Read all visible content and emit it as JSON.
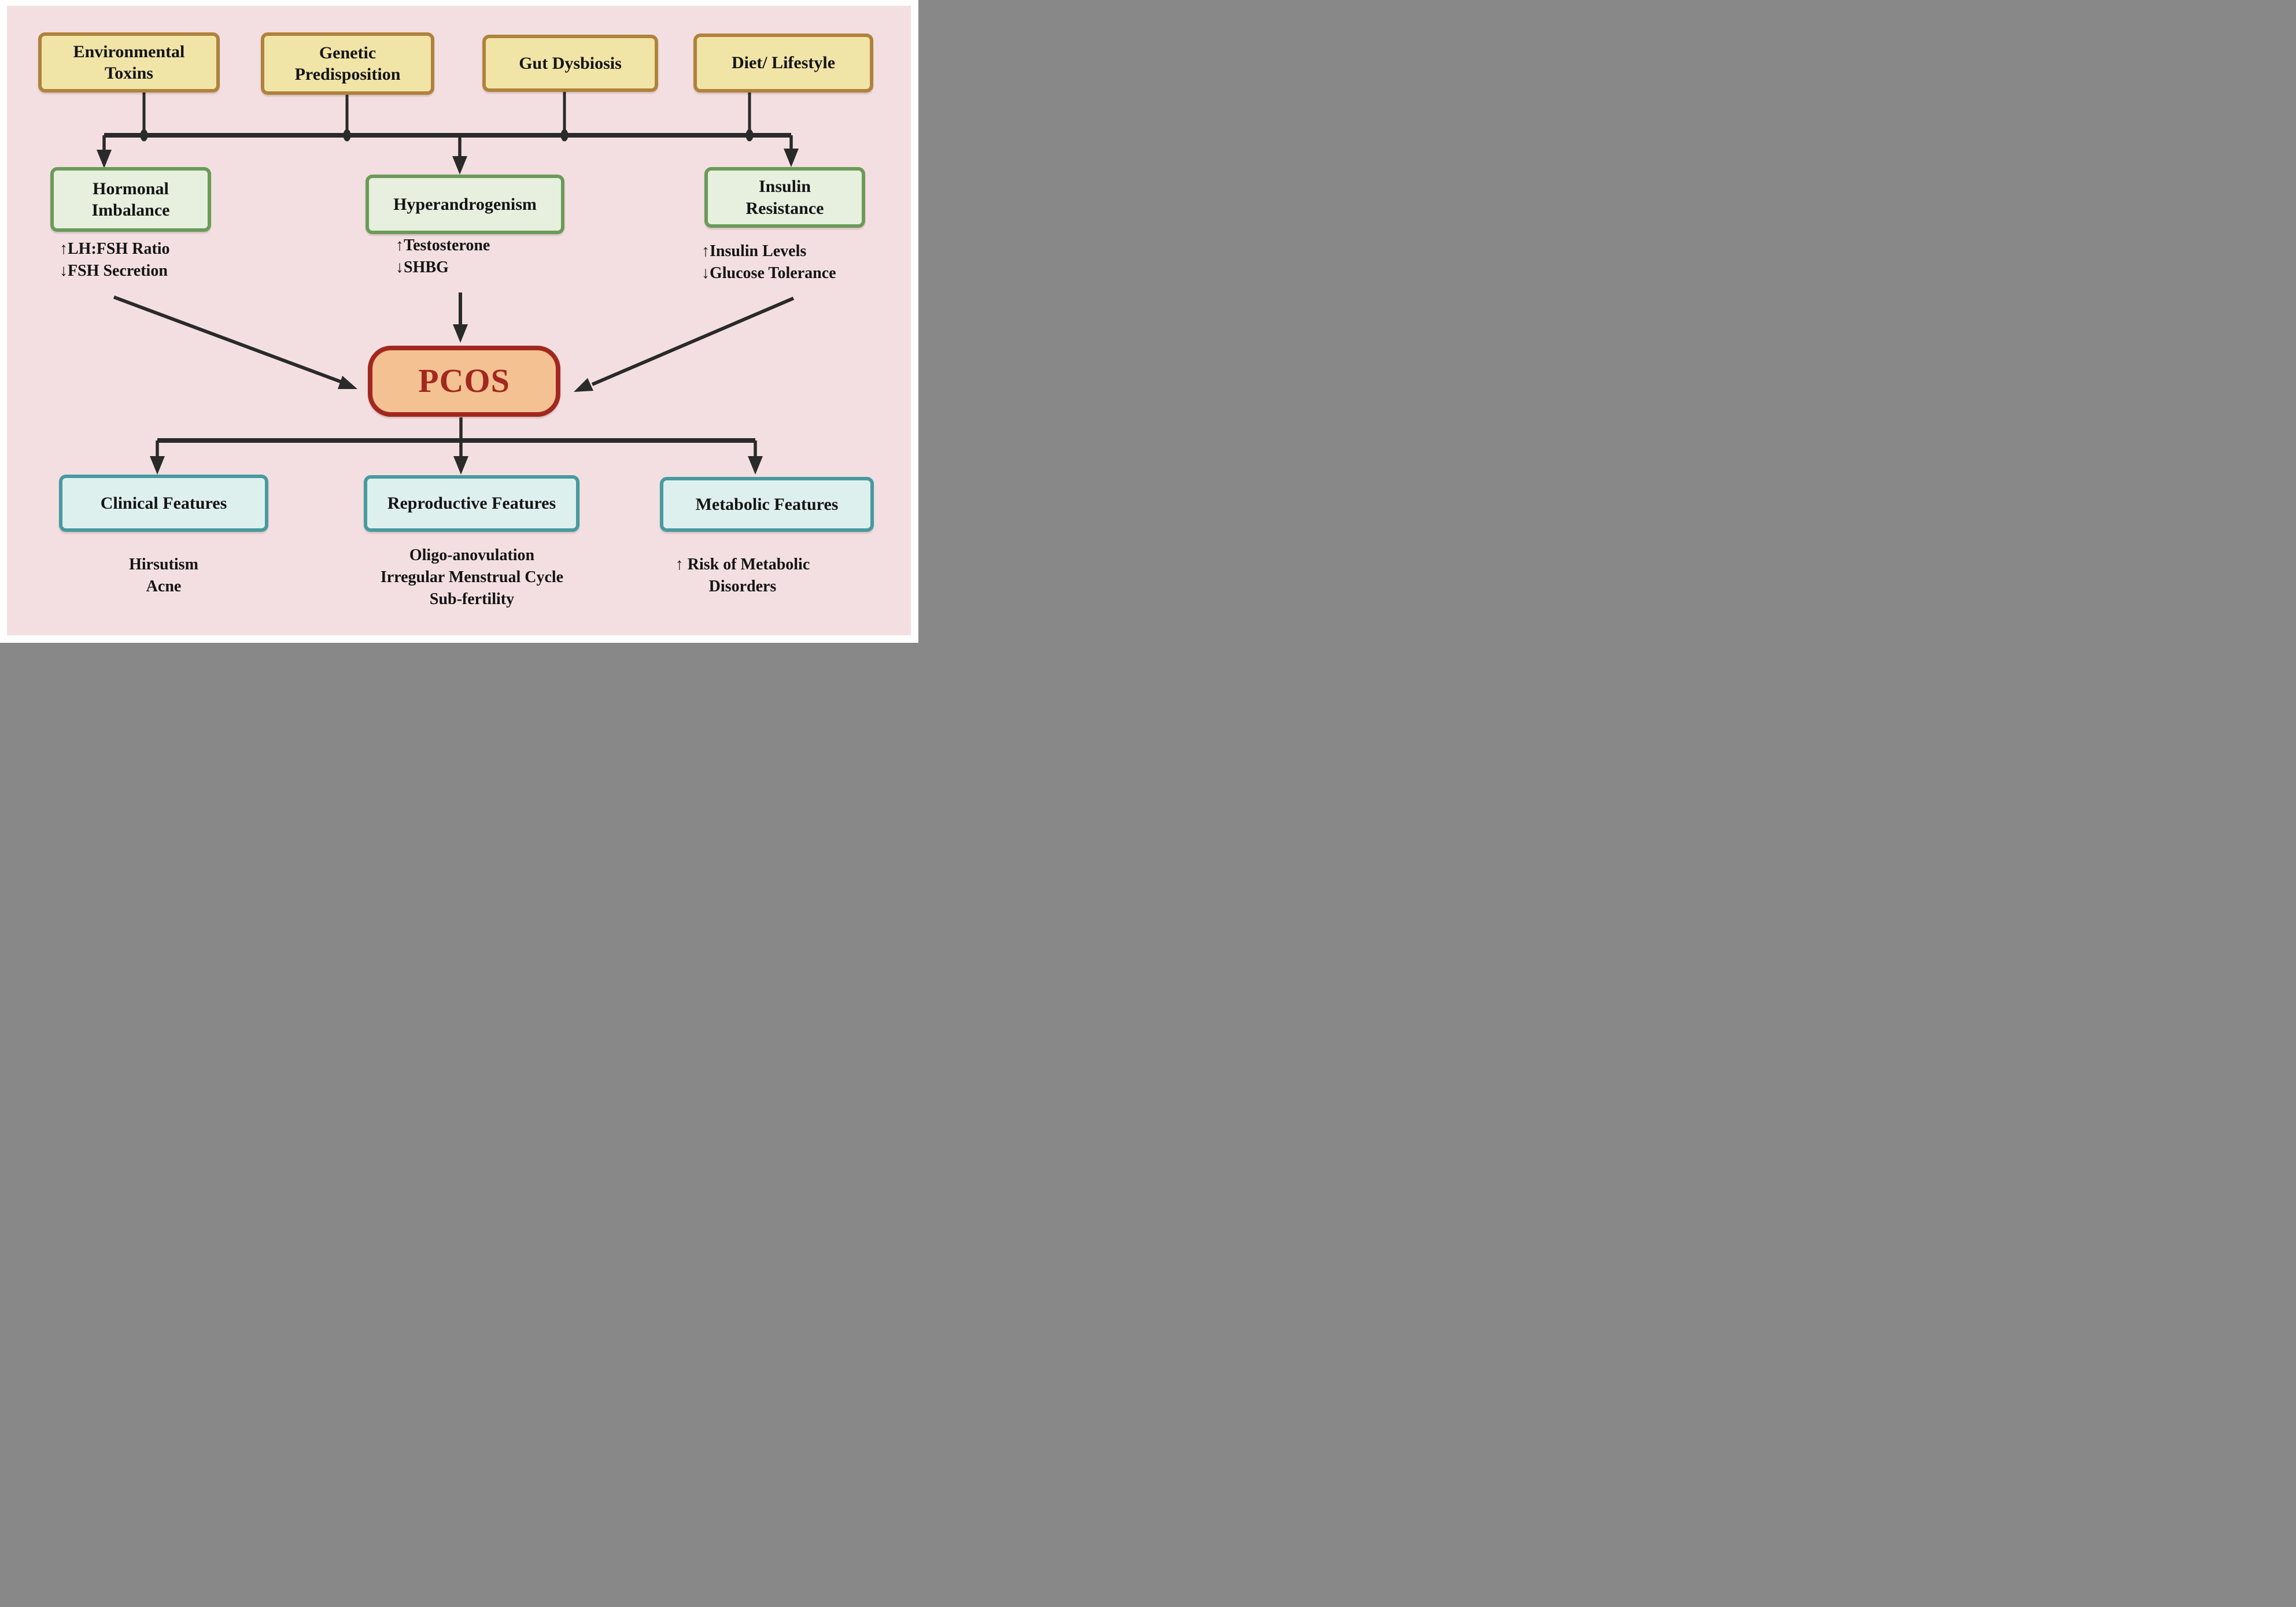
{
  "colors": {
    "frame": "#ffffff",
    "surface": "#f3dfe1",
    "ink": "#2a2a2a",
    "text": "#141414",
    "cause_fill": "#f1e4a7",
    "cause_border": "#b0823c",
    "mech_fill": "#e7efde",
    "mech_border": "#6a9b57",
    "pcos_fill": "#f4c192",
    "pcos_border": "#a2281f",
    "pcos_text": "#a2281f",
    "feature_fill": "#def0ee",
    "feature_border": "#489aa0"
  },
  "causes": {
    "environmental_toxins": {
      "label": "Environmental Toxins"
    },
    "genetic_predisposition": {
      "label": "Genetic Predisposition"
    },
    "gut_dysbiosis": {
      "label": "Gut Dysbiosis"
    },
    "diet_lifestyle": {
      "label": "Diet/ Lifestyle"
    }
  },
  "mechanisms": {
    "hormonal_imbalance": {
      "label": "Hormonal Imbalance",
      "notes": [
        "↑LH:FSH Ratio",
        "↓FSH Secretion"
      ]
    },
    "hyperandrogenism": {
      "label": "Hyperandrogenism",
      "notes": [
        "↑Testosterone",
        "↓SHBG"
      ]
    },
    "insulin_resistance": {
      "label": "Insulin Resistance",
      "notes": [
        "↑Insulin Levels",
        "↓Glucose Tolerance"
      ]
    }
  },
  "central": {
    "pcos": {
      "label": "PCOS"
    }
  },
  "features": {
    "clinical": {
      "label": "Clinical Features",
      "notes": [
        "Hirsutism",
        "Acne"
      ]
    },
    "reproductive": {
      "label": "Reproductive Features",
      "notes": [
        "Oligo-anovulation",
        "Irregular Menstrual Cycle",
        "Sub-fertility"
      ]
    },
    "metabolic": {
      "label": "Metabolic Features",
      "wrapped_note": "↑ Risk of Metabolic Disorders"
    }
  }
}
